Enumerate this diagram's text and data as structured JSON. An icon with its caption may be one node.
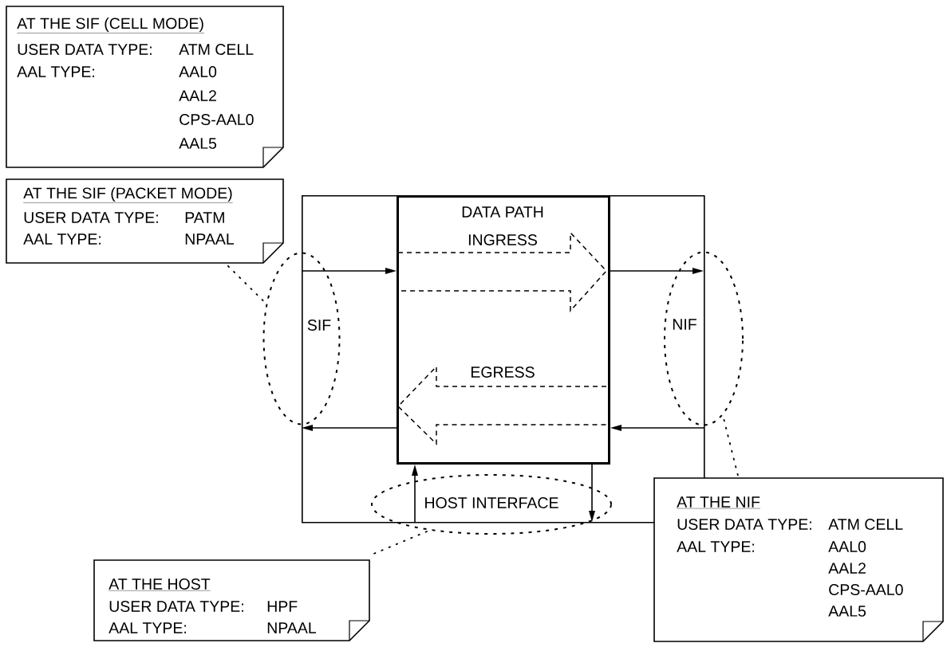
{
  "diagram": {
    "nodes": [
      {
        "text": [
          "AT THE SIF (CELL MODE)",
          "USER DATA TYPE:",
          "ATM CELL",
          "AAL TYPE:",
          "AAL0",
          "AAL2",
          "CPS-AAL0",
          "AAL5"
        ]
      },
      {
        "text": [
          "AT THE SIF (PACKET MODE)",
          "USER DATA TYPE:",
          "PATM",
          "AAL TYPE:",
          "NPAAL"
        ]
      },
      {
        "text": [],
        "shape": "box"
      },
      {
        "text": [
          "DATA PATH"
        ],
        "in": 2
      },
      {
        "text": [
          "INGRESS"
        ],
        "in": 3
      },
      {
        "text": [
          "EGRESS"
        ],
        "in": 3
      },
      {
        "text": [
          "SIF"
        ]
      },
      {
        "text": [
          "NIF"
        ]
      },
      {
        "text": [
          "HOST INTERFACE"
        ]
      },
      {
        "text": [
          "AT THE HOST",
          "USER DATA TYPE:",
          "HPF",
          "AAL TYPE:",
          "NPAAL"
        ]
      },
      {
        "text": [
          "AT THE NIF",
          "USER DATA TYPE:",
          "ATM CELL",
          "AAL TYPE:",
          "AAL0",
          "AAL2",
          "CPS-AAL0",
          "AAL5"
        ]
      }
    ],
    "edges": [
      {
        "from": 6,
        "to": 3,
        "arrow": "to"
      },
      {
        "from": 3,
        "to": 7,
        "arrow": "to"
      },
      {
        "from": 7,
        "to": 3,
        "arrow": "to"
      },
      {
        "from": 3,
        "to": 6,
        "arrow": "to"
      },
      {
        "from": 8,
        "to": 3,
        "arrow": "to"
      },
      {
        "from": 3,
        "to": 8,
        "arrow": "to"
      },
      {
        "from": 1,
        "to": 6,
        "arrow": "none",
        "style": "dashed"
      },
      {
        "from": 10,
        "to": 7,
        "arrow": "none",
        "style": "dashed"
      },
      {
        "from": 9,
        "to": 8,
        "arrow": "none",
        "style": "dashed"
      }
    ]
  }
}
